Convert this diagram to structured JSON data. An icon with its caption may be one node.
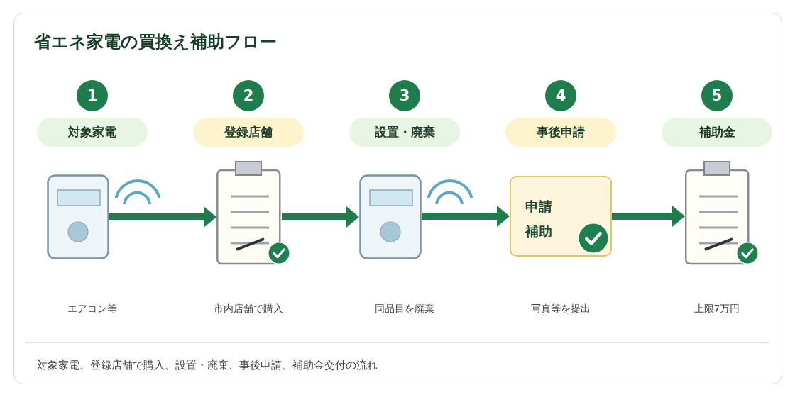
{
  "diagram": {
    "title": "省エネ家電の買換え補助フロー",
    "nodes": [
      {
        "text": [
          "1"
        ]
      },
      {
        "text": [
          "対象家電"
        ]
      },
      {
        "text": [],
        "shape": "picture"
      },
      {
        "text": [
          "2"
        ]
      },
      {
        "text": [
          "登録店舗"
        ]
      },
      {
        "text": [],
        "shape": "picture"
      },
      {
        "text": [
          "3"
        ]
      },
      {
        "text": [
          "設置・廃棄"
        ]
      },
      {
        "text": [],
        "shape": "picture"
      },
      {
        "text": [
          "4"
        ]
      },
      {
        "text": [
          "事後申請"
        ]
      },
      {
        "text": [
          "申請",
          "補助"
        ]
      },
      {
        "text": [
          "5"
        ]
      },
      {
        "text": [
          "補助金"
        ]
      },
      {
        "text": [],
        "shape": "picture"
      }
    ],
    "edges": [
      {
        "from": 2,
        "to": 5,
        "arrow": "to"
      },
      {
        "from": 5,
        "to": 8,
        "arrow": "to"
      },
      {
        "from": 8,
        "to": 11,
        "arrow": "to"
      },
      {
        "from": 11,
        "to": 14,
        "arrow": "to"
      }
    ],
    "labels": [
      "エアコン等",
      "市内店舗で購入",
      "同品目を廃棄",
      "写真等を提出",
      "上限7万円"
    ],
    "caption": "対象家電、登録店舗で購入、設置・廃棄、事後申請、補助金交付の流れ"
  }
}
